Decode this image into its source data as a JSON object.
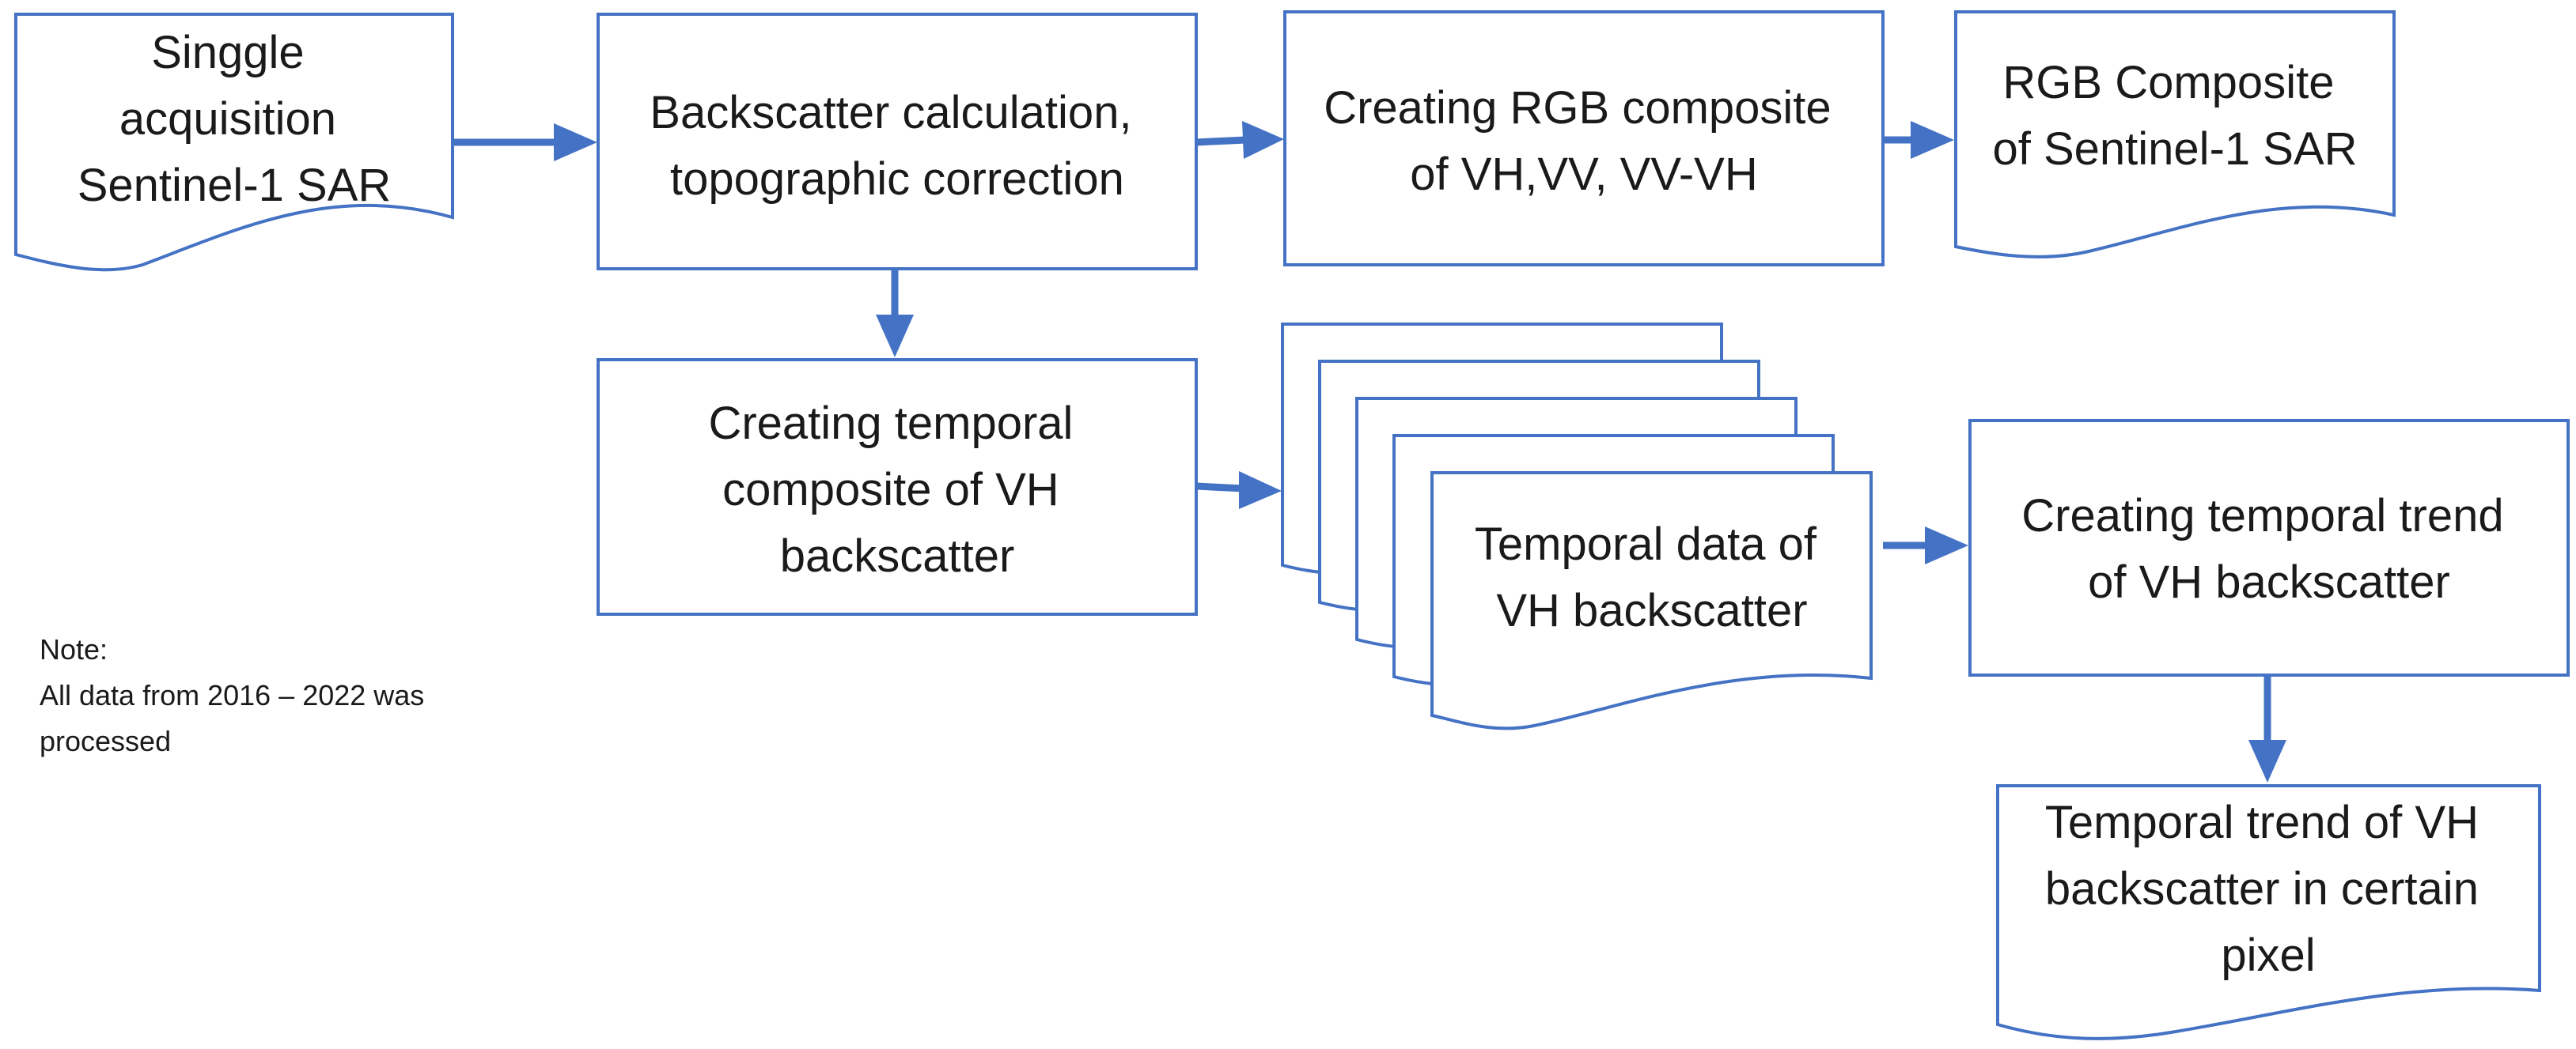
{
  "nodes": {
    "single_acquisition": [
      "Singgle",
      "acquisition",
      "Sentinel-1 SAR"
    ],
    "backscatter_calc": [
      "Backscatter calculation,",
      "topographic correction"
    ],
    "rgb_create": [
      "Creating RGB composite",
      "of VH,VV, VV-VH"
    ],
    "rgb_result": [
      "RGB Composite",
      "of Sentinel-1 SAR"
    ],
    "temporal_create": [
      "Creating temporal",
      "composite of VH",
      "backscatter"
    ],
    "temporal_data": [
      "Temporal data of",
      "VH backscatter"
    ],
    "trend_create": [
      "Creating temporal trend",
      "of VH backscatter"
    ],
    "trend_result": [
      "Temporal trend of VH",
      "backscatter in certain",
      "pixel"
    ]
  },
  "note": {
    "lines": [
      "Note:",
      "All data from 2016 – 2022 was",
      "processed"
    ]
  },
  "colors": {
    "stroke": "#4472c4",
    "text": "#1a1a1a",
    "background": "#ffffff"
  }
}
